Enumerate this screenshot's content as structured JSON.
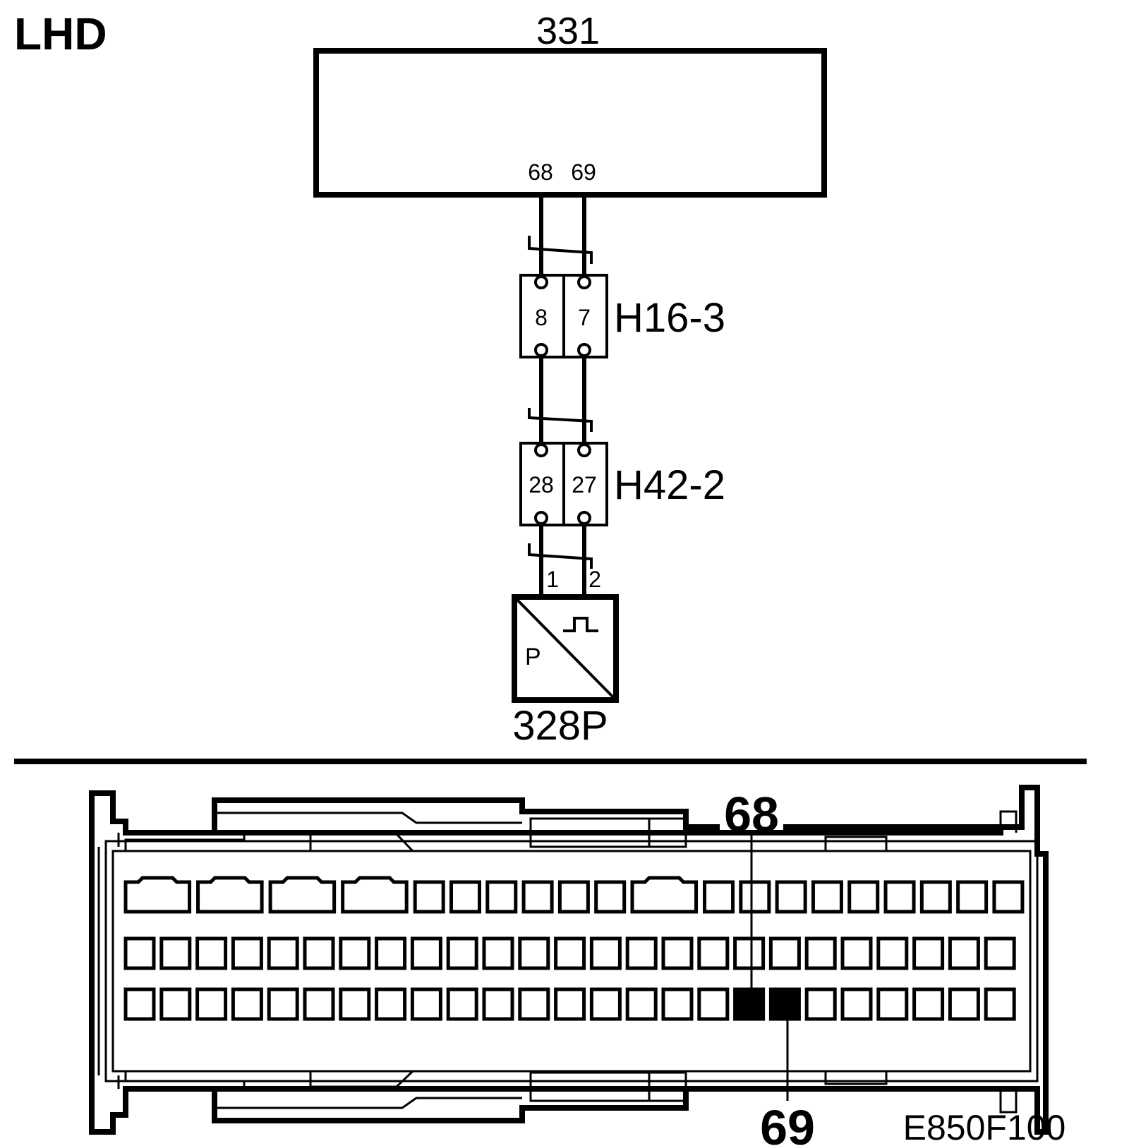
{
  "header": {
    "label": "LHD"
  },
  "ecu": {
    "id": "331",
    "pin_a": "68",
    "pin_b": "69"
  },
  "connector_h16": {
    "id": "H16-3",
    "pin_left": "8",
    "pin_right": "7"
  },
  "connector_h42": {
    "id": "H42-2",
    "pin_left": "28",
    "pin_right": "27"
  },
  "sensor": {
    "id": "328P",
    "pin_1": "1",
    "pin_2": "2",
    "symbol_label": "P"
  },
  "connector_view": {
    "callout_top": "68",
    "callout_bottom": "69",
    "drawing_code": "E850F100"
  }
}
